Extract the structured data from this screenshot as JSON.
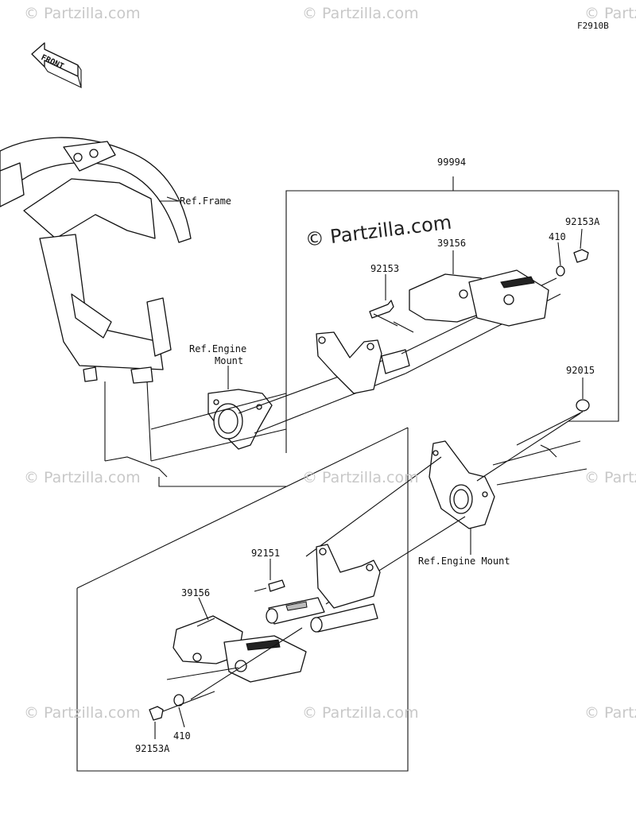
{
  "diagram_code": "F2910B",
  "front_label": "FRONT",
  "brand_watermark": "© Partzilla.com",
  "watermark_text": "Partzilla.com",
  "watermark_symbol": "©",
  "callouts": {
    "kit": "99994",
    "ref_frame": "Ref.Frame",
    "ref_engine_mount_1_line1": "Ref.Engine",
    "ref_engine_mount_1_line2": "Mount",
    "ref_engine_mount_2": "Ref.Engine Mount",
    "slider_right": "39156",
    "bolt_right_long": "92153",
    "washer_right": "410",
    "bolt_right_short": "92153A",
    "nut_right": "92015",
    "bolt_left_long": "92151",
    "slider_left": "39156",
    "washer_left": "410",
    "bolt_left_short": "92153A"
  },
  "colors": {
    "line": "#111111",
    "watermark": "#c8c8c8"
  }
}
